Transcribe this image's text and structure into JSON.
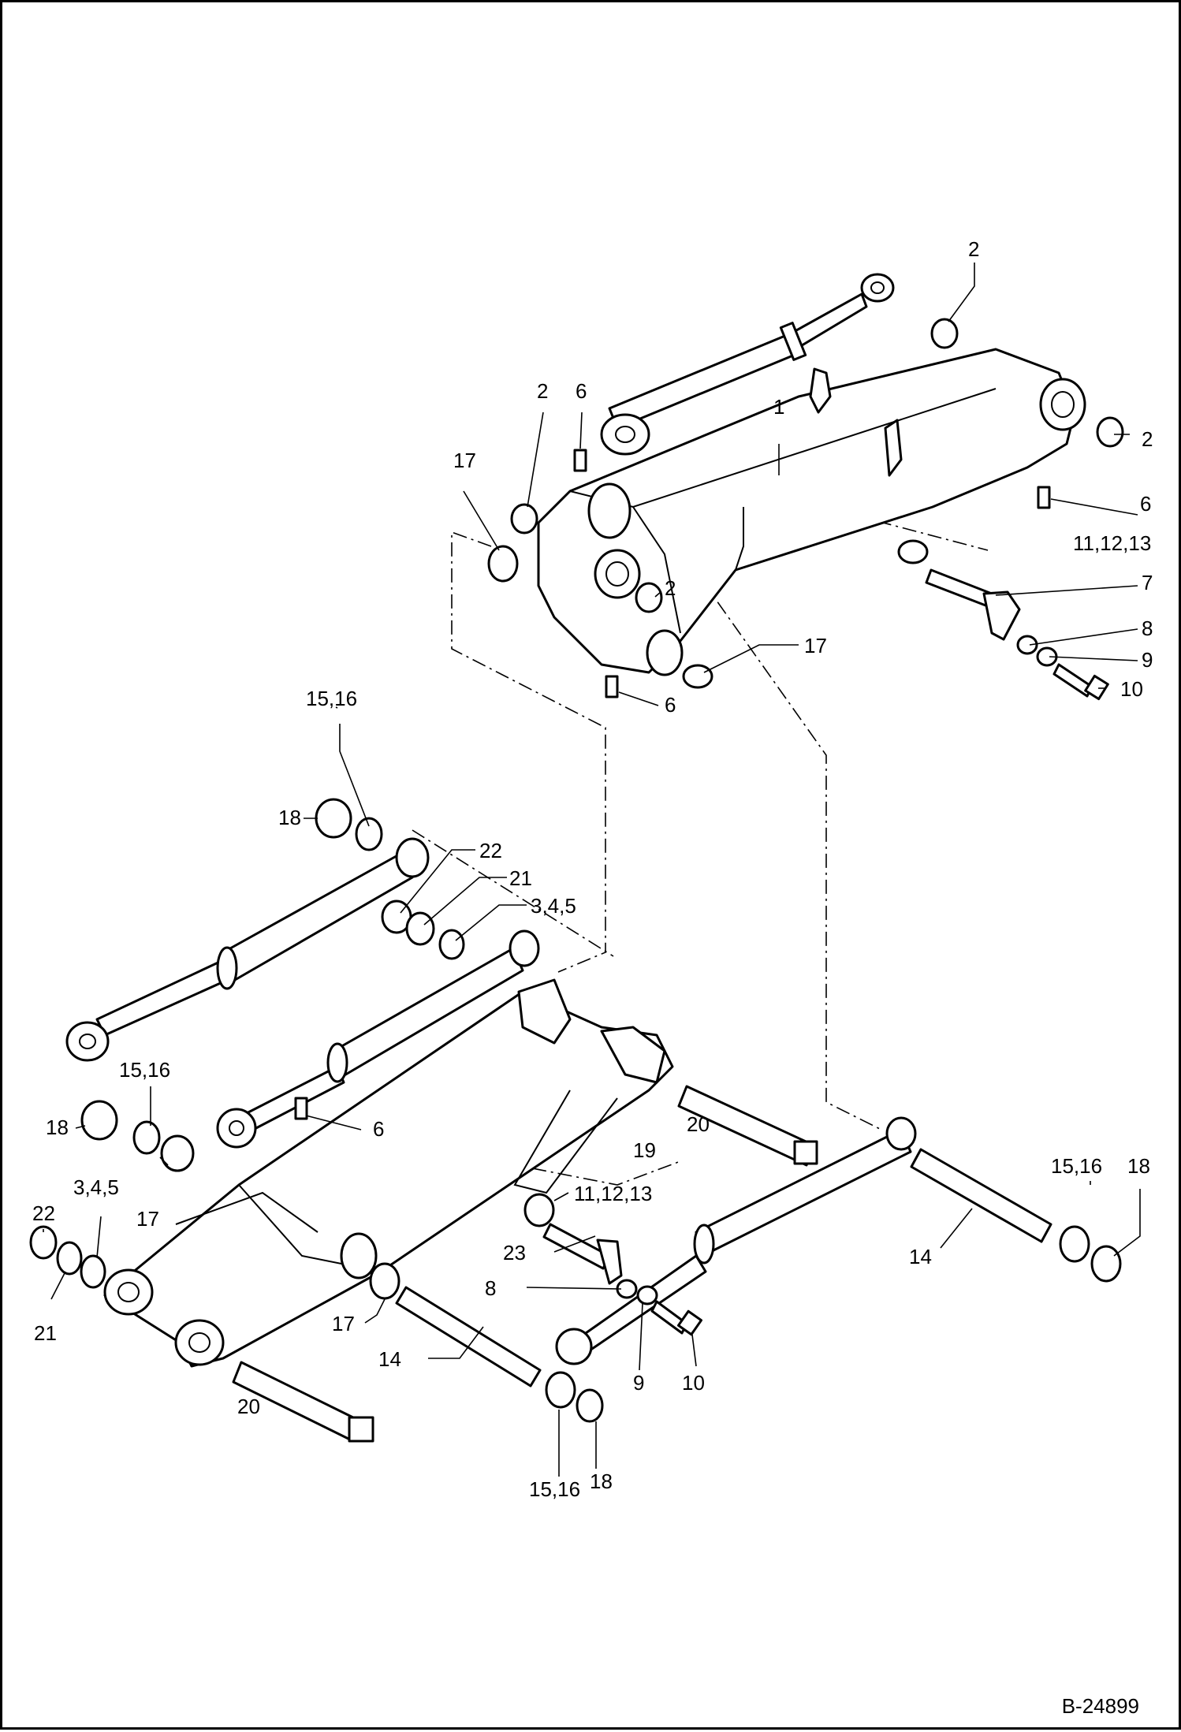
{
  "drawing": {
    "reference": "B-24899",
    "callouts": [
      {
        "text": "2"
      },
      {
        "text": "2"
      },
      {
        "text": "2"
      },
      {
        "text": "2"
      },
      {
        "text": "6"
      },
      {
        "text": "6"
      },
      {
        "text": "6"
      },
      {
        "text": "17"
      },
      {
        "text": "17"
      },
      {
        "text": "1"
      },
      {
        "text": "11,12,13"
      },
      {
        "text": "7"
      },
      {
        "text": "8"
      },
      {
        "text": "9"
      },
      {
        "text": "10"
      },
      {
        "text": "15,16"
      },
      {
        "text": "18"
      },
      {
        "text": "22"
      },
      {
        "text": "21"
      },
      {
        "text": "3,4,5"
      },
      {
        "text": "15,16"
      },
      {
        "text": "18"
      },
      {
        "text": "6"
      },
      {
        "text": "20"
      },
      {
        "text": "19"
      },
      {
        "text": "17"
      },
      {
        "text": "3,4,5"
      },
      {
        "text": "22"
      },
      {
        "text": "21"
      },
      {
        "text": "11,12,13"
      },
      {
        "text": "23"
      },
      {
        "text": "8"
      },
      {
        "text": "17"
      },
      {
        "text": "14"
      },
      {
        "text": "9"
      },
      {
        "text": "10"
      },
      {
        "text": "20"
      },
      {
        "text": "18"
      },
      {
        "text": "15,16"
      },
      {
        "text": "15,16"
      },
      {
        "text": "18"
      },
      {
        "text": "14"
      }
    ]
  }
}
